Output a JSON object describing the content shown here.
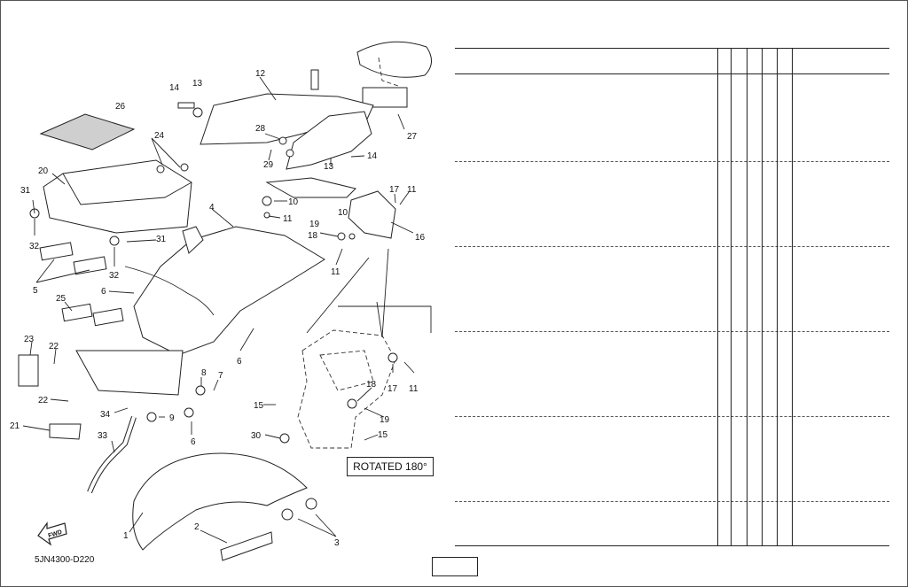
{
  "diagram": {
    "code": "5JN4300-D220",
    "rotated_note": "ROTATED 180°",
    "fwd_label": "FWD",
    "callouts": [
      {
        "id": "c1",
        "text": "1"
      },
      {
        "id": "c2",
        "text": "2"
      },
      {
        "id": "c3",
        "text": "3"
      },
      {
        "id": "c4",
        "text": "4"
      },
      {
        "id": "c5",
        "text": "5"
      },
      {
        "id": "c6a",
        "text": "6"
      },
      {
        "id": "c6b",
        "text": "6"
      },
      {
        "id": "c6c",
        "text": "6"
      },
      {
        "id": "c7",
        "text": "7"
      },
      {
        "id": "c8",
        "text": "8"
      },
      {
        "id": "c9",
        "text": "9"
      },
      {
        "id": "c10a",
        "text": "10"
      },
      {
        "id": "c10b",
        "text": "10"
      },
      {
        "id": "c11a",
        "text": "11"
      },
      {
        "id": "c11b",
        "text": "11"
      },
      {
        "id": "c11c",
        "text": "11"
      },
      {
        "id": "c11d",
        "text": "11"
      },
      {
        "id": "c12",
        "text": "12"
      },
      {
        "id": "c13a",
        "text": "13"
      },
      {
        "id": "c13b",
        "text": "13"
      },
      {
        "id": "c14a",
        "text": "14"
      },
      {
        "id": "c14b",
        "text": "14"
      },
      {
        "id": "c15a",
        "text": "15"
      },
      {
        "id": "c15b",
        "text": "15"
      },
      {
        "id": "c16",
        "text": "16"
      },
      {
        "id": "c17a",
        "text": "17"
      },
      {
        "id": "c17b",
        "text": "17"
      },
      {
        "id": "c18a",
        "text": "18"
      },
      {
        "id": "c18b",
        "text": "18"
      },
      {
        "id": "c19a",
        "text": "19"
      },
      {
        "id": "c19b",
        "text": "19"
      },
      {
        "id": "c20",
        "text": "20"
      },
      {
        "id": "c21",
        "text": "21"
      },
      {
        "id": "c22a",
        "text": "22"
      },
      {
        "id": "c22b",
        "text": "22"
      },
      {
        "id": "c23",
        "text": "23"
      },
      {
        "id": "c24",
        "text": "24"
      },
      {
        "id": "c25",
        "text": "25"
      },
      {
        "id": "c26",
        "text": "26"
      },
      {
        "id": "c27",
        "text": "27"
      },
      {
        "id": "c28",
        "text": "28"
      },
      {
        "id": "c29",
        "text": "29"
      },
      {
        "id": "c30",
        "text": "30"
      },
      {
        "id": "c31a",
        "text": "31"
      },
      {
        "id": "c31b",
        "text": "31"
      },
      {
        "id": "c32a",
        "text": "32"
      },
      {
        "id": "c32b",
        "text": "32"
      },
      {
        "id": "c33",
        "text": "33"
      },
      {
        "id": "c34",
        "text": "34"
      }
    ]
  },
  "parts_table": {
    "columns": 7,
    "rows": 6,
    "page_number": ""
  }
}
